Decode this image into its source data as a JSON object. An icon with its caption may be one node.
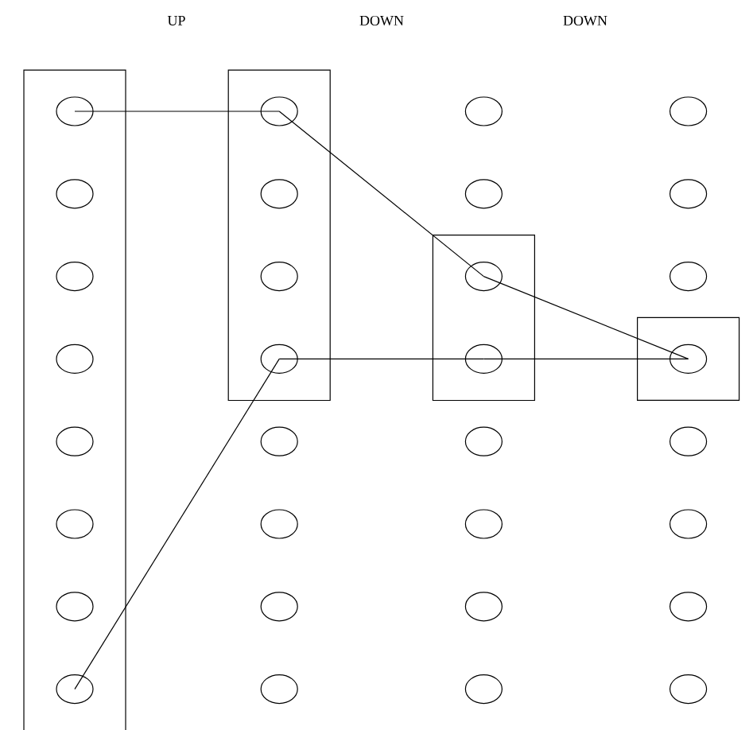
{
  "diagram": {
    "nodes": [
      {
        "text": [],
        "shape": "box"
      },
      {
        "text": [],
        "shape": "box"
      },
      {
        "text": [],
        "shape": "box"
      },
      {
        "text": [],
        "shape": "box"
      },
      {
        "text": [],
        "shape": "circle",
        "in": 0
      },
      {
        "text": [],
        "shape": "circle",
        "in": 0
      },
      {
        "text": [],
        "shape": "circle",
        "in": 0
      },
      {
        "text": [],
        "shape": "circle",
        "in": 0
      },
      {
        "text": [],
        "shape": "circle",
        "in": 0
      },
      {
        "text": [],
        "shape": "circle",
        "in": 0
      },
      {
        "text": [],
        "shape": "circle",
        "in": 0
      },
      {
        "text": [],
        "shape": "circle",
        "in": 0
      },
      {
        "text": [],
        "shape": "circle",
        "in": 1
      },
      {
        "text": [],
        "shape": "circle",
        "in": 1
      },
      {
        "text": [],
        "shape": "circle",
        "in": 1
      },
      {
        "text": [],
        "shape": "circle",
        "in": 1
      },
      {
        "text": [],
        "shape": "circle"
      },
      {
        "text": [],
        "shape": "circle"
      },
      {
        "text": [],
        "shape": "circle"
      },
      {
        "text": [],
        "shape": "circle"
      },
      {
        "text": [],
        "shape": "circle"
      },
      {
        "text": [],
        "shape": "circle"
      },
      {
        "text": [],
        "shape": "circle",
        "in": 2
      },
      {
        "text": [],
        "shape": "circle",
        "in": 2
      },
      {
        "text": [],
        "shape": "circle"
      },
      {
        "text": [],
        "shape": "circle"
      },
      {
        "text": [],
        "shape": "circle"
      },
      {
        "text": [],
        "shape": "circle"
      },
      {
        "text": [],
        "shape": "circle"
      },
      {
        "text": [],
        "shape": "circle"
      },
      {
        "text": [],
        "shape": "circle"
      },
      {
        "text": [],
        "shape": "circle",
        "in": 3
      },
      {
        "text": [],
        "shape": "circle"
      },
      {
        "text": [],
        "shape": "circle"
      },
      {
        "text": [],
        "shape": "circle"
      },
      {
        "text": [],
        "shape": "circle"
      }
    ],
    "edges": [
      {
        "from": 4,
        "to": 12,
        "arrow": "none"
      },
      {
        "from": 12,
        "to": 22,
        "arrow": "none"
      },
      {
        "from": 22,
        "to": 31,
        "arrow": "none"
      },
      {
        "from": 15,
        "to": 23,
        "arrow": "none"
      },
      {
        "from": 23,
        "to": 31,
        "arrow": "none"
      },
      {
        "from": 15,
        "to": 11,
        "arrow": "none"
      }
    ],
    "labels": [
      "UP",
      "DOWN",
      "DOWN"
    ]
  }
}
